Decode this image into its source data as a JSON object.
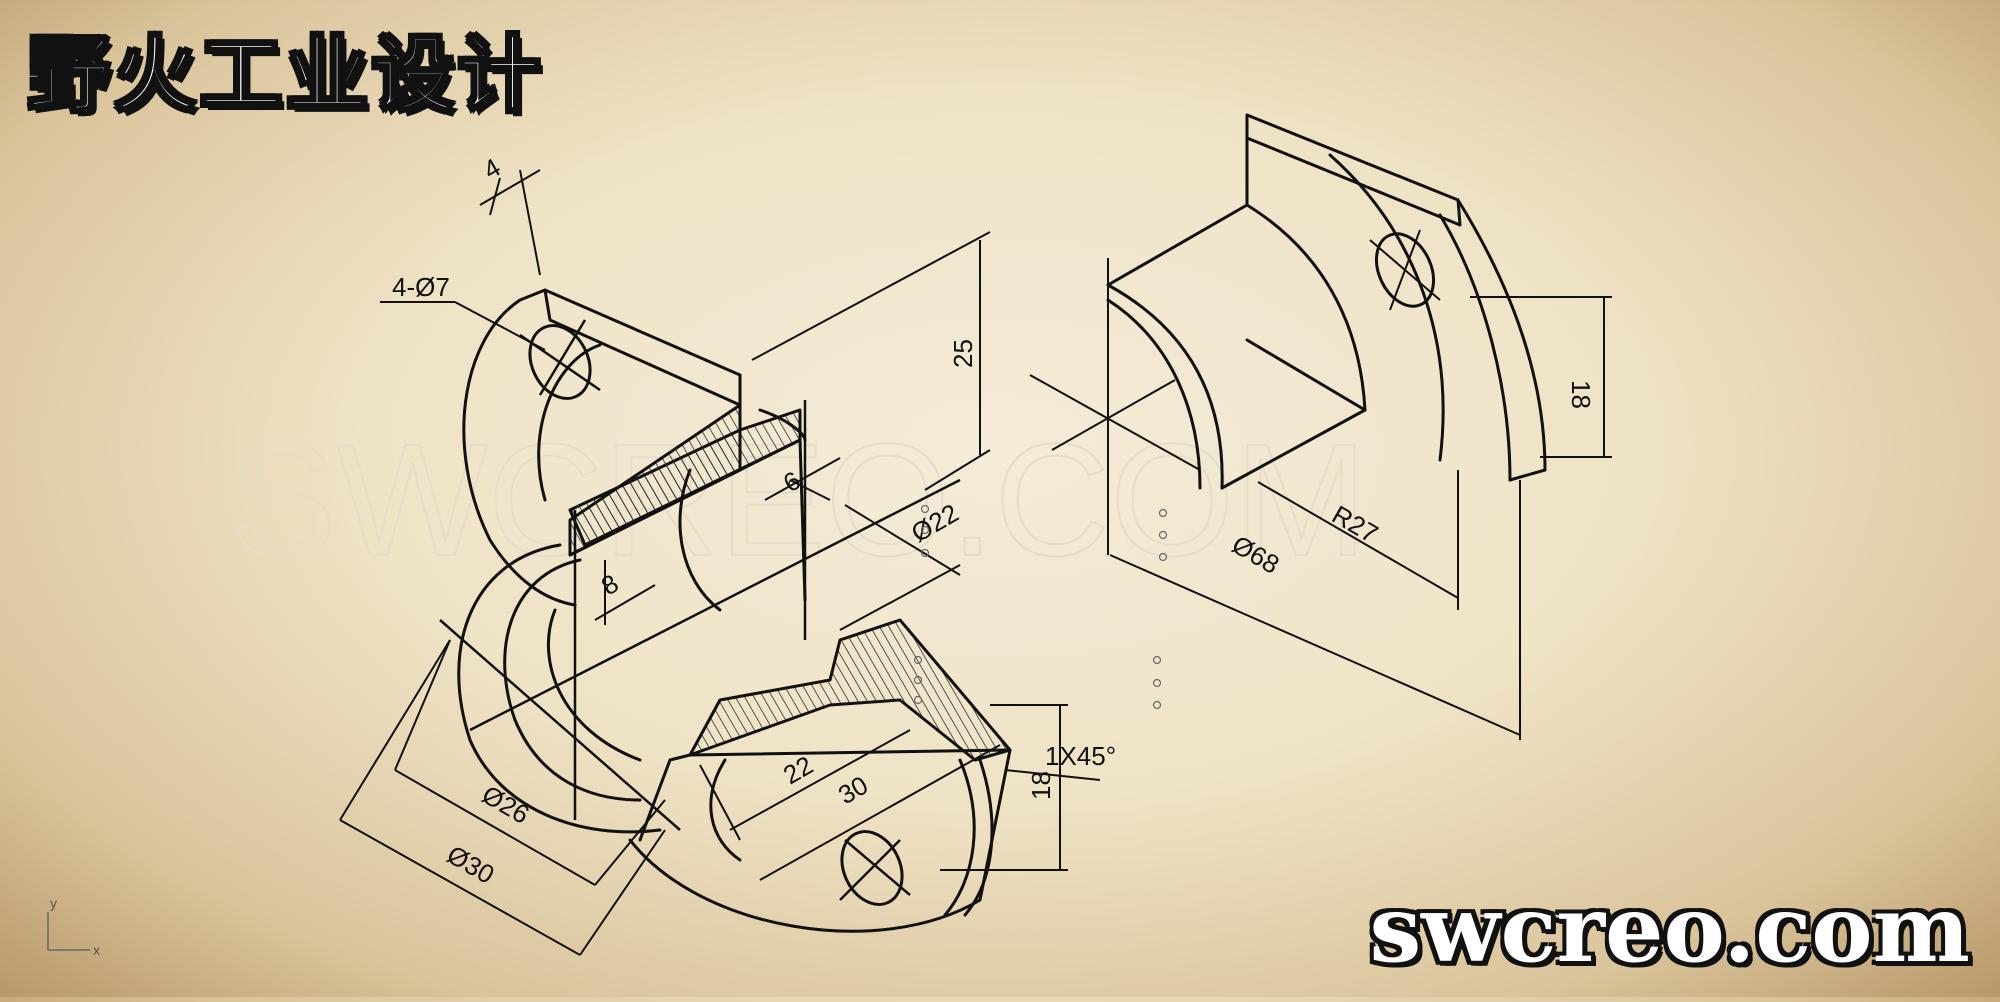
{
  "brand": {
    "title_cn": "野火工业设计",
    "site": "swcreo.com"
  },
  "watermark": "SWCREO.COM",
  "dimensions": {
    "d4": "4",
    "holes": "4-Ø7",
    "d25": "25",
    "d6": "6",
    "d8": "8",
    "phi22": "Ø22",
    "phi26": "Ø26",
    "phi30": "Ø30",
    "d22": "22",
    "d30": "30",
    "d18_left": "18",
    "chamfer": "1X45°",
    "d18_right": "18",
    "r27": "R27",
    "phi68": "Ø68"
  },
  "axis": {
    "x": "x",
    "y": "y"
  },
  "colors": {
    "ink": "#111111",
    "paper": "#f4ecd8",
    "hatch": "#222222"
  }
}
